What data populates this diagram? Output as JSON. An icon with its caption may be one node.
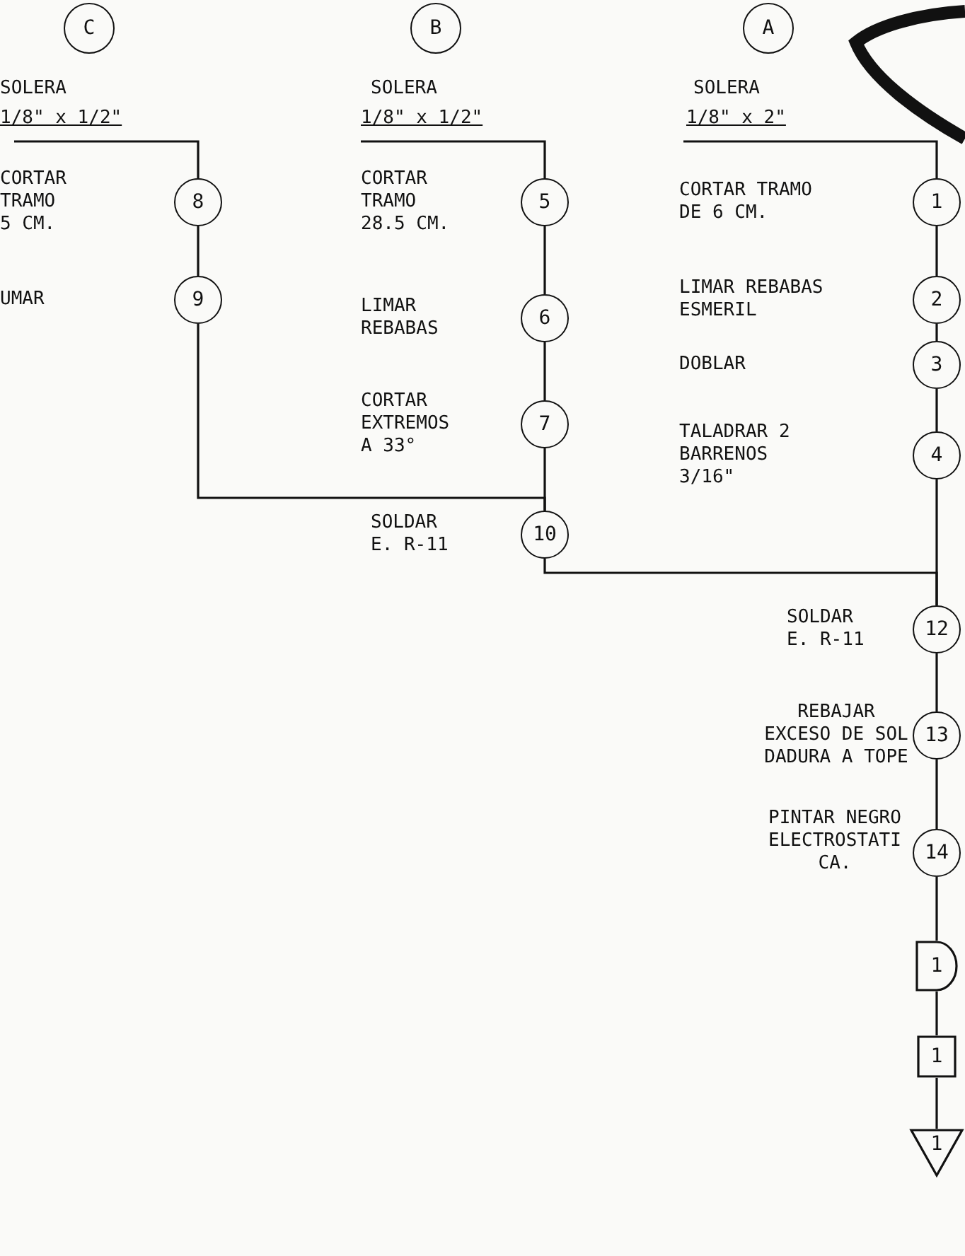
{
  "diagram": {
    "nodes": [
      {
        "text": [
          "C"
        ]
      },
      {
        "text": [
          "B"
        ]
      },
      {
        "text": [
          "A"
        ]
      },
      {
        "text": [
          "8"
        ]
      },
      {
        "text": [
          "9"
        ]
      },
      {
        "text": [
          "5"
        ]
      },
      {
        "text": [
          "6"
        ]
      },
      {
        "text": [
          "7"
        ],
        "beside": [
          "CORTAR EXTREMOS A 33°"
        ]
      },
      {
        "text": [
          "10"
        ],
        "beside": [
          "SOLDAR E. R-11"
        ]
      },
      {
        "text": [
          "1"
        ]
      },
      {
        "text": [
          "2"
        ]
      },
      {
        "text": [
          "3"
        ]
      },
      {
        "text": [
          "4"
        ]
      },
      {
        "text": [
          "12"
        ],
        "beside": [
          "SOLDAR E. R-11"
        ]
      },
      {
        "text": [
          "13"
        ],
        "beside": [
          "REBAJAR EXCESO DE SOL DADURA A TOPE"
        ]
      },
      {
        "text": [
          "14"
        ],
        "beside": [
          "PINTAR NEGRO ELECTROSTATI CA."
        ]
      },
      {
        "text": [
          "1"
        ]
      },
      {
        "text": [
          "1"
        ]
      },
      {
        "text": [
          "1"
        ]
      }
    ],
    "edges": [
      {
        "from": null,
        "to": 3,
        "arrow": "none"
      },
      {
        "from": 3,
        "to": 4,
        "arrow": "none"
      },
      {
        "from": 4,
        "to": 8,
        "arrow": "none"
      },
      {
        "from": null,
        "to": 5,
        "arrow": "none"
      },
      {
        "from": 5,
        "to": 6,
        "arrow": "none"
      },
      {
        "from": 6,
        "to": 7,
        "arrow": "none"
      },
      {
        "from": 7,
        "to": 8,
        "arrow": "none"
      },
      {
        "from": null,
        "to": 9,
        "arrow": "none"
      },
      {
        "from": 9,
        "to": 10,
        "arrow": "none"
      },
      {
        "from": 10,
        "to": 11,
        "arrow": "none"
      },
      {
        "from": 11,
        "to": 12,
        "arrow": "none"
      },
      {
        "from": 8,
        "to": 13,
        "arrow": "none"
      },
      {
        "from": 12,
        "to": 13,
        "arrow": "none"
      },
      {
        "from": 13,
        "to": 14,
        "arrow": "none"
      },
      {
        "from": 14,
        "to": 15,
        "arrow": "none"
      },
      {
        "from": 15,
        "to": 16,
        "arrow": "none"
      },
      {
        "from": 16,
        "to": 17,
        "arrow": "none"
      },
      {
        "from": 17,
        "to": 18,
        "arrow": "none"
      }
    ],
    "labels": [
      "SOLERA",
      "1/8\" x 1/2\"",
      "SOLERA",
      "1/8\" x 1/2\"",
      "SOLERA",
      "1/8\" x 2\"",
      "CORTAR TRAMO 5 CM.",
      "CORTAR TRAMO 28.5 CM.",
      "CORTAR TRAMO DE 6 CM.",
      "LIMAR REBABAS ESMERIL",
      "UMAR",
      "LIMAR REBABAS",
      "DOBLAR",
      "TALADRAR 2 BARRENOS 3/16\""
    ]
  }
}
